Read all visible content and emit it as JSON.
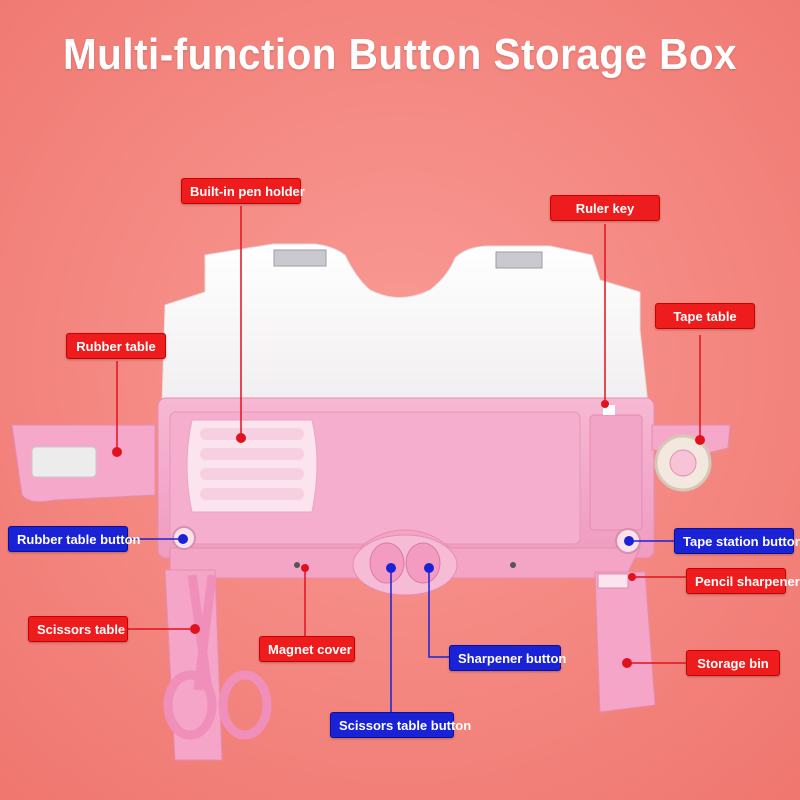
{
  "title": "Multi-function Button Storage Box",
  "colors": {
    "background": "#f4857e",
    "red_label": "#ee1c1c",
    "blue_label": "#1a22d6",
    "box_pink": "#f4a9cb"
  },
  "labels": {
    "pen_holder": "Built-in pen holder",
    "ruler_key": "Ruler key",
    "tape_table": "Tape table",
    "rubber_table": "Rubber table",
    "rubber_table_button": "Rubber table button",
    "tape_station_button": "Tape station button",
    "pencil_sharpener": "Pencil sharpener",
    "scissors_table": "Scissors table",
    "magnet_cover": "Magnet cover",
    "sharpener_button": "Sharpener button",
    "storage_bin": "Storage bin",
    "scissors_table_button": "Scissors table button"
  }
}
